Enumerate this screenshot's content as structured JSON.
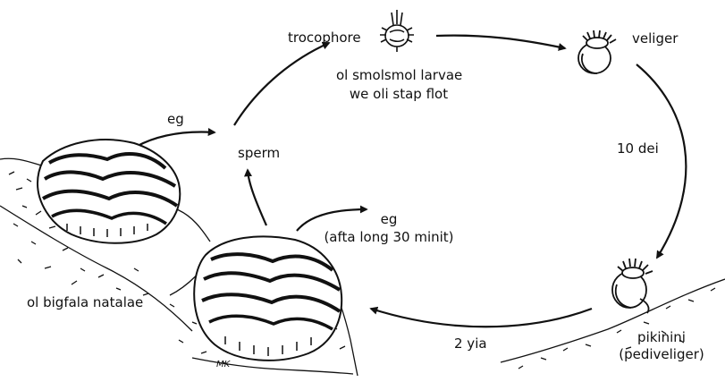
{
  "labels": {
    "trocophore": "trocophore",
    "larvae_line1": "ol smolsmol larvae",
    "larvae_line2": "we oli stap flot",
    "veliger": "veliger",
    "ten_days": "10 dei",
    "egg_left": "eg",
    "sperm": "sperm",
    "egg_right": "eg",
    "egg_right_note": "(afta long 30 minit)",
    "adult_clams": "ol bigfala natalae",
    "two_years": "2 yia",
    "juvenile": "pikinini",
    "juvenile_note": "(pediveliger)",
    "artist_initials": "MK"
  },
  "stages": [
    {
      "name": "trocophore",
      "icon": "trocophore-larva-icon"
    },
    {
      "name": "veliger",
      "icon": "veliger-larva-icon"
    },
    {
      "name": "pikinini",
      "icon": "pediveliger-icon"
    },
    {
      "name": "ol bigfala natalae",
      "icon": "giant-clam-icon"
    }
  ],
  "colors": {
    "ink": "#111111",
    "background": "#ffffff"
  }
}
